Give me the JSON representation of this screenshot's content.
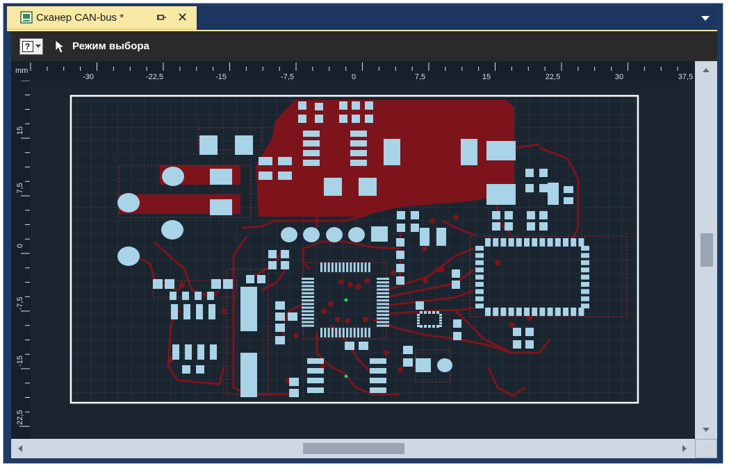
{
  "tab": {
    "title": "Сканер CAN-bus *"
  },
  "toolbar": {
    "help_symbol": "?",
    "mode_label": "Режим выбора"
  },
  "ruler": {
    "unit": "mm",
    "x_ticks": [
      "-30",
      "-22,5",
      "-15",
      "-7,5",
      "0",
      "7,5",
      "15",
      "22,5",
      "30",
      "37,5"
    ],
    "y_ticks": [
      "15",
      "7,5",
      "0",
      "-7,5",
      "-15",
      "-22,5"
    ]
  },
  "colors": {
    "copper": "#7d141c",
    "pad": "#a9d3e6",
    "outline": "#ffffff",
    "background": "#1a2530",
    "tab_active": "#f7e8a4"
  },
  "icons": [
    "document-icon",
    "pin-icon",
    "close-icon",
    "dropdown-arrow-icon",
    "help-icon",
    "cursor-icon",
    "scroll-up-icon",
    "scroll-down-icon",
    "scroll-left-icon",
    "scroll-right-icon"
  ]
}
